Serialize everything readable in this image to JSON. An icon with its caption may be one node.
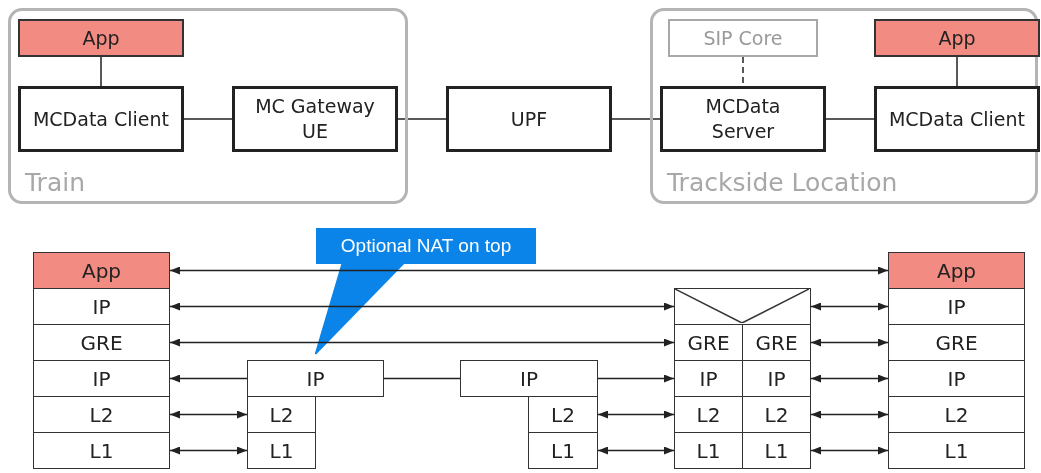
{
  "diagram": {
    "nodes": [
      {
        "text": [
          "Train"
        ]
      },
      {
        "text": [
          "App"
        ],
        "in": 0
      },
      {
        "text": [
          "MCData Client"
        ],
        "in": 0
      },
      {
        "text": [
          "MC Gateway UE"
        ],
        "in": 0
      },
      {
        "text": [
          "UPF"
        ]
      },
      {
        "text": [
          "Trackside Location"
        ]
      },
      {
        "text": [
          "SIP Core"
        ],
        "in": 5
      },
      {
        "text": [
          "App"
        ],
        "in": 5
      },
      {
        "text": [
          "MCData Server"
        ],
        "in": 5
      },
      {
        "text": [
          "MCData Client"
        ],
        "in": 5
      },
      {
        "text": [
          "Optional NAT on top"
        ]
      },
      {
        "text": [
          "App"
        ]
      },
      {
        "text": [
          "IP"
        ]
      },
      {
        "text": [
          "GRE"
        ]
      },
      {
        "text": [
          "IP"
        ]
      },
      {
        "text": [
          "L2"
        ]
      },
      {
        "text": [
          "L1"
        ]
      },
      {
        "text": [
          "IP"
        ]
      },
      {
        "text": [
          "L2"
        ]
      },
      {
        "text": [
          "L1"
        ]
      },
      {
        "text": [
          "IP"
        ]
      },
      {
        "text": [
          "L2"
        ]
      },
      {
        "text": [
          "L1"
        ]
      },
      {
        "text": [],
        "shape": "box"
      },
      {
        "text": [
          "GRE"
        ]
      },
      {
        "text": [
          "GRE"
        ]
      },
      {
        "text": [
          "IP"
        ]
      },
      {
        "text": [
          "IP"
        ]
      },
      {
        "text": [
          "L2"
        ]
      },
      {
        "text": [
          "L2"
        ]
      },
      {
        "text": [
          "L1"
        ]
      },
      {
        "text": [
          "L1"
        ]
      },
      {
        "text": [
          "App"
        ]
      },
      {
        "text": [
          "IP"
        ]
      },
      {
        "text": [
          "GRE"
        ]
      },
      {
        "text": [
          "IP"
        ]
      },
      {
        "text": [
          "L2"
        ]
      },
      {
        "text": [
          "L1"
        ]
      }
    ],
    "edges": [
      {
        "from": 1,
        "to": 2,
        "arrow": "none"
      },
      {
        "from": 2,
        "to": 3,
        "arrow": "none"
      },
      {
        "from": 3,
        "to": 4,
        "arrow": "none"
      },
      {
        "from": 4,
        "to": 8,
        "arrow": "none"
      },
      {
        "from": 6,
        "to": 8,
        "arrow": "none",
        "style": "dashed"
      },
      {
        "from": 8,
        "to": 9,
        "arrow": "none"
      },
      {
        "from": 7,
        "to": 9,
        "arrow": "none"
      },
      {
        "from": 10,
        "to": 17,
        "arrow": "to",
        "color": "#0a84e8"
      },
      {
        "from": 11,
        "to": 32,
        "arrow": "both"
      },
      {
        "from": 12,
        "to": 23,
        "arrow": "both"
      },
      {
        "from": 23,
        "to": 33,
        "arrow": "both"
      },
      {
        "from": 13,
        "to": 24,
        "arrow": "both"
      },
      {
        "from": 25,
        "to": 34,
        "arrow": "both"
      },
      {
        "from": 17,
        "to": 14,
        "arrow": "to"
      },
      {
        "from": 17,
        "to": 20,
        "arrow": "none"
      },
      {
        "from": 20,
        "to": 26,
        "arrow": "to"
      },
      {
        "from": 27,
        "to": 35,
        "arrow": "both"
      },
      {
        "from": 15,
        "to": 18,
        "arrow": "both"
      },
      {
        "from": 21,
        "to": 28,
        "arrow": "both"
      },
      {
        "from": 29,
        "to": 36,
        "arrow": "both"
      },
      {
        "from": 16,
        "to": 19,
        "arrow": "both"
      },
      {
        "from": 22,
        "to": 30,
        "arrow": "both"
      },
      {
        "from": 31,
        "to": 37,
        "arrow": "both"
      }
    ]
  }
}
